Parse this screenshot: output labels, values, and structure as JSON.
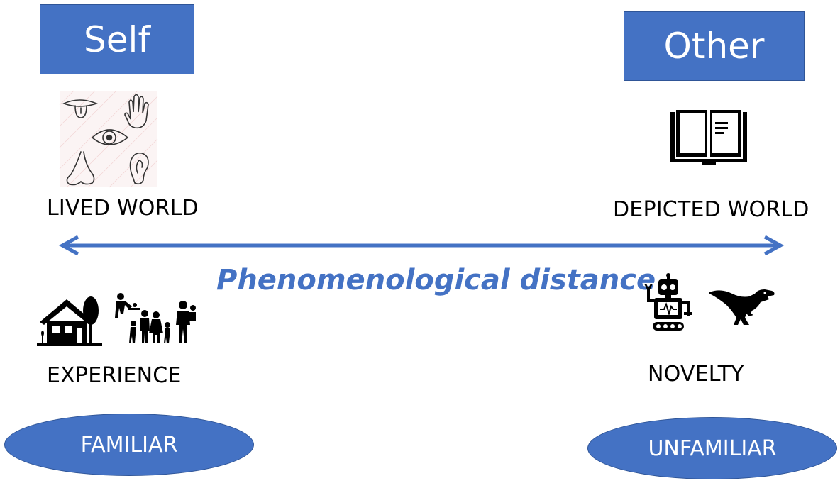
{
  "nodes": {
    "self": "Self",
    "other": "Other"
  },
  "labels": {
    "lived_world": "LIVED WORLD",
    "depicted_world": "DEPICTED WORLD",
    "experience": "EXPERIENCE",
    "novelty": "NOVELTY"
  },
  "axis": {
    "label": "Phenomenological distance"
  },
  "poles": {
    "familiar": "FAMILIAR",
    "unfamiliar": "UNFAMILIAR"
  },
  "icons": {
    "senses": "senses-sketch-icon",
    "book": "open-book-icon",
    "house": "house-icon",
    "family": "family-icon",
    "robot": "robot-icon",
    "dinosaur": "dinosaur-icon"
  },
  "colors": {
    "accent": "#4472c4",
    "accent_border": "#2f5597",
    "text": "#000000"
  }
}
